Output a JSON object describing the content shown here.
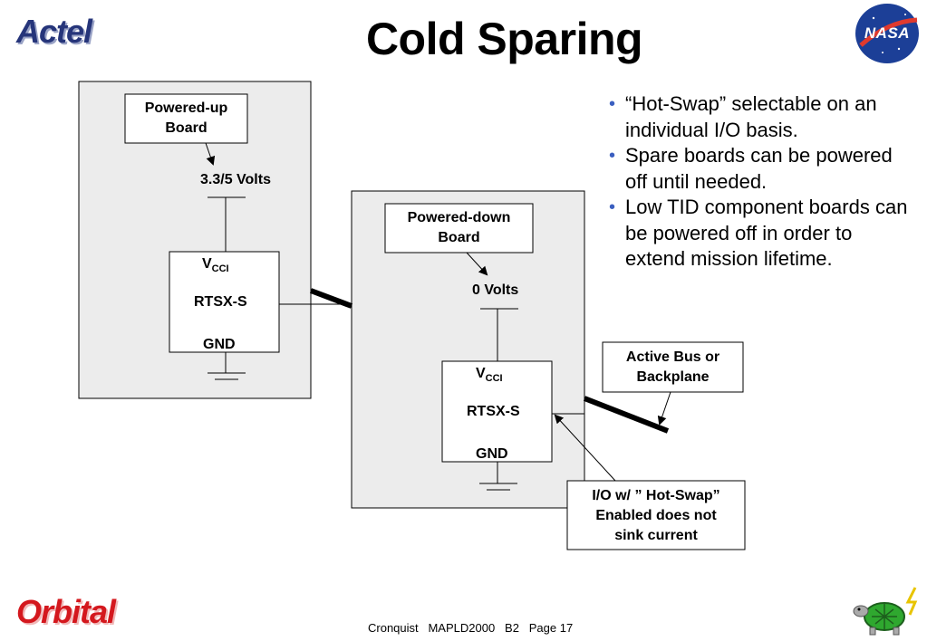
{
  "header": {
    "title": "Cold Sparing",
    "left_logo": "Actel",
    "right_logo": "NASA"
  },
  "diagram": {
    "powered_up_board": {
      "label_line1": "Powered-up",
      "label_line2": "Board",
      "voltage": "3.3/5 Volts",
      "chip": {
        "vcc": "V",
        "vcc_sub": "CCI",
        "name": "RTSX-S",
        "gnd": "GND"
      }
    },
    "powered_down_board": {
      "label_line1": "Powered-down",
      "label_line2": "Board",
      "voltage": "0 Volts",
      "chip": {
        "vcc": "V",
        "vcc_sub": "CCI",
        "name": "RTSX-S",
        "gnd": "GND"
      }
    },
    "bus_label": {
      "line1": "Active Bus or",
      "line2": "Backplane"
    },
    "io_label": {
      "line1": "I/O w/ ” Hot-Swap”",
      "line2": "Enabled does not",
      "line3": "sink current"
    }
  },
  "bullets": [
    "“Hot-Swap” selectable on an individual I/O basis.",
    "Spare boards can be powered off until needed.",
    "Low TID component boards can be powered off in order to extend mission lifetime."
  ],
  "footer": {
    "text": "Cronquist   MAPLD2000   B2   Page 17",
    "left_logo": "Orbital"
  },
  "icons": {
    "bullet": "bullet-dot-icon",
    "ground": "ground-symbol-icon",
    "arrow": "arrowhead-icon"
  },
  "colors": {
    "board_fill": "#ececec",
    "bullet": "#3b5fc0",
    "nasa_blue": "#1c3f97",
    "nasa_red": "#e03a2e",
    "orbital_red": "#d4181e",
    "actel_blue": "#26357a"
  }
}
